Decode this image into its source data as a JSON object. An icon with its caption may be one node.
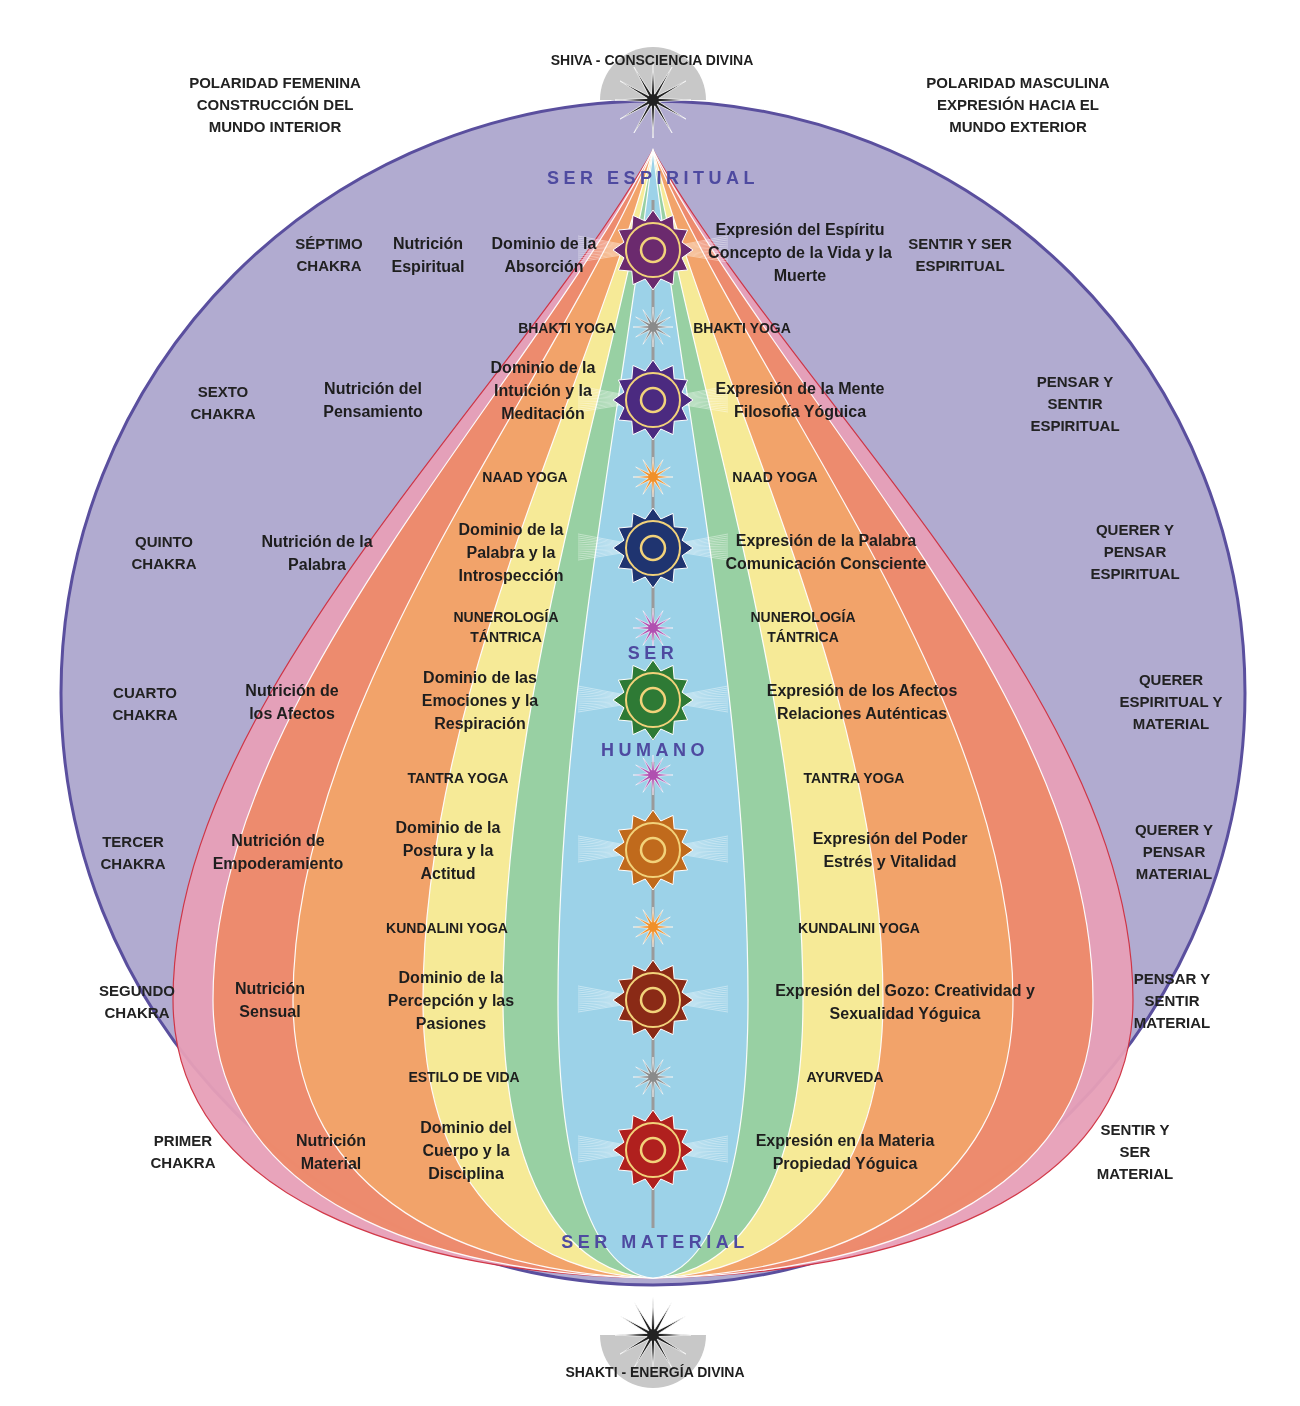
{
  "diagram": {
    "labels": [
      "SHIVA - CONSCIENCIA DIVINA",
      "POLARIDAD FEMENINA CONSTRUCCIÓN DEL MUNDO INTERIOR",
      "POLARIDAD MASCULINA EXPRESIÓN HACIA EL MUNDO EXTERIOR",
      "SER ESPIRITUAL",
      "SÉPTIMO CHAKRA",
      "Nutrición Espiritual",
      "Dominio de la Absorción",
      "Expresión del Espíritu Concepto de la Vida y la Muerte",
      "SENTIR Y SER ESPIRITUAL",
      "BHAKTI YOGA",
      "BHAKTI YOGA",
      "SEXTO CHAKRA",
      "Nutrición del Pensamiento",
      "Dominio de la Intuición y la Meditación",
      "Expresión de la Mente Filosofía Yóguica",
      "PENSAR Y SENTIR ESPIRITUAL",
      "NAAD YOGA",
      "NAAD YOGA",
      "QUINTO CHAKRA",
      "Nutrición de la Palabra",
      "Dominio de la Palabra y la Introspección",
      "Expresión de la Palabra Comunicación Consciente",
      "QUERER Y PENSAR ESPIRITUAL",
      "NUNEROLOGÍA TÁNTRICA",
      "NUNEROLOGÍA TÁNTRICA",
      "SER",
      "CUARTO CHAKRA",
      "Nutrición de los Afectos",
      "Dominio de las Emociones y la Respiración",
      "Expresión de los Afectos Relaciones Auténticas",
      "QUERER ESPIRITUAL Y MATERIAL",
      "HUMANO",
      "TANTRA YOGA",
      "TANTRA YOGA",
      "TERCER CHAKRA",
      "Nutrición de Empoderamiento",
      "Dominio de la Postura y la Actitud",
      "Expresión del Poder Estrés y Vitalidad",
      "QUERER Y PENSAR MATERIAL",
      "KUNDALINI YOGA",
      "KUNDALINI YOGA",
      "SEGUNDO CHAKRA",
      "Nutrición Sensual",
      "Dominio de la Percepción y las Pasiones",
      "Expresión del Gozo: Creatividad y Sexualidad Yóguica",
      "PENSAR Y SENTIR MATERIAL",
      "ESTILO DE VIDA",
      "AYURVEDA",
      "PRIMER CHAKRA",
      "Nutrición Material",
      "Dominio del Cuerpo y la Disciplina",
      "Expresión en la Materia Propiedad Yóguica",
      "SENTIR Y SER MATERIAL",
      "SER MATERIAL",
      "SHAKTI - ENERGÍA DIVINA"
    ]
  }
}
